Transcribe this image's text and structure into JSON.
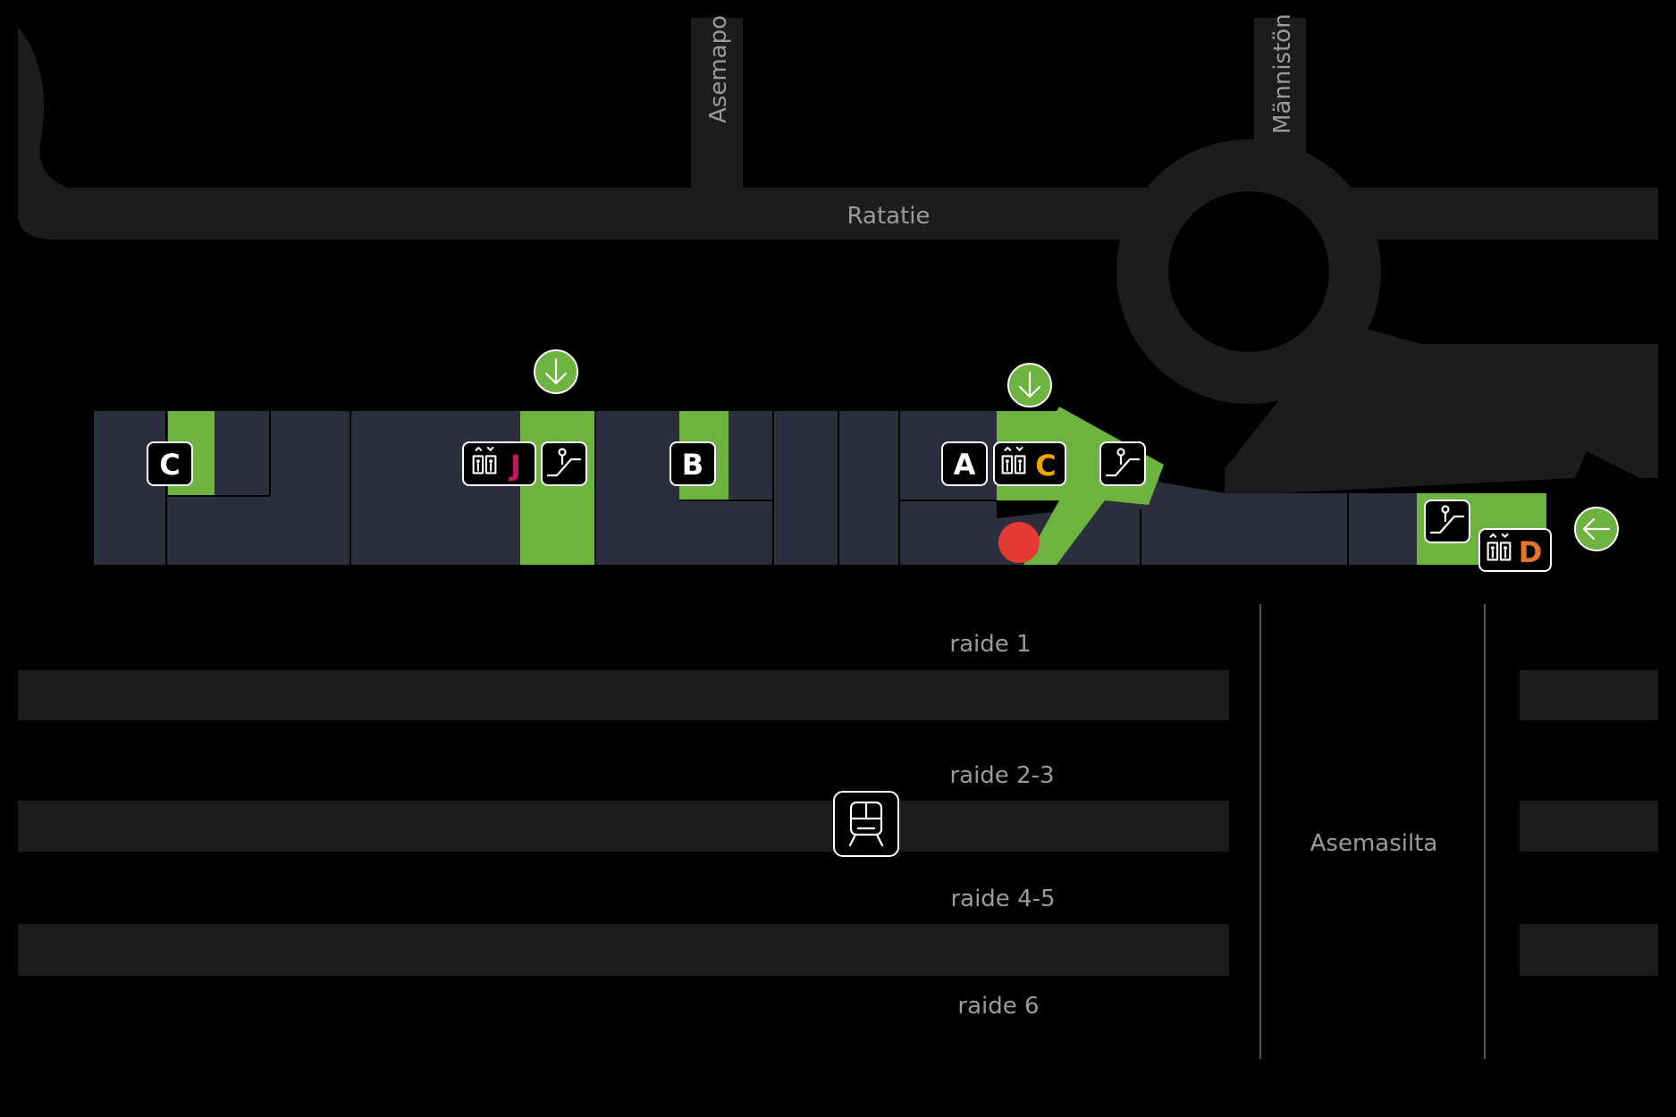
{
  "streets": {
    "ratatie": "Ratatie",
    "asemapolku": "Asemapo",
    "mannistonkatu": "Männistön",
    "asemasilta": "Asemasilta"
  },
  "platforms": [
    "raide 1",
    "raide 2-3",
    "raide 4-5",
    "raide 6"
  ],
  "exits": {
    "c_west": "C",
    "j": "J",
    "b": "B",
    "a": "A",
    "c_east": "C",
    "d": "D"
  },
  "icons": {
    "elevator": "elevator-icon",
    "escalator": "escalator-icon",
    "train": "train-icon",
    "arrow_down": "arrow-down-icon",
    "arrow_left": "arrow-left-icon",
    "you_are_here": "location-marker"
  },
  "colors": {
    "background": "#000000",
    "road": "#1c1c1c",
    "building": "#2b2f3d",
    "highlight": "#6db33f",
    "marker": "#e53935",
    "exit_j": "#c2185b",
    "exit_c": "#f0a500",
    "exit_d": "#e8742a"
  }
}
